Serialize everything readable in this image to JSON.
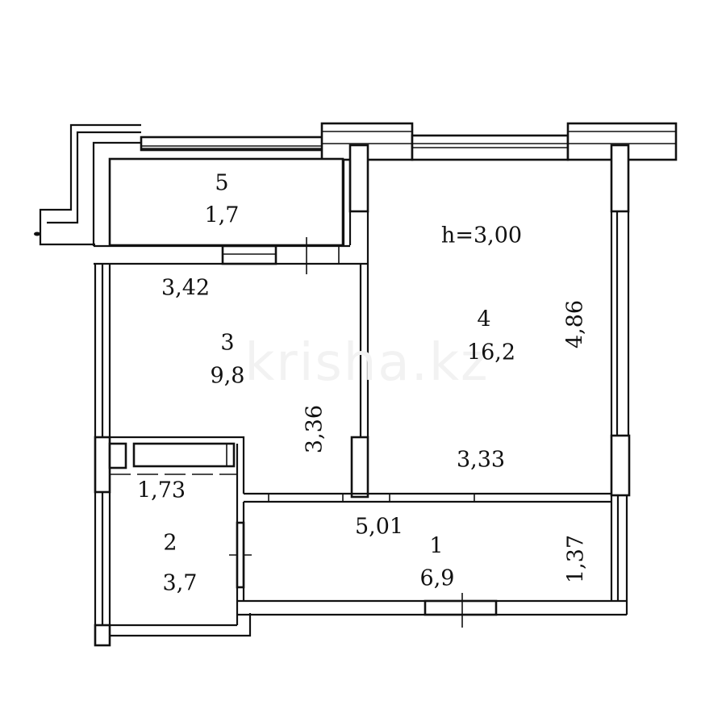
{
  "plan": {
    "ceiling_height": "h=3,00",
    "watermark": "krisha.kz",
    "stroke_color": "#111111",
    "background": "#ffffff"
  },
  "rooms": [
    {
      "id": "1",
      "number": "1",
      "area": "6,9",
      "dim_width": "5,01",
      "dim_height": "1,37"
    },
    {
      "id": "2",
      "number": "2",
      "area": "3,7",
      "dim_width": "1,73"
    },
    {
      "id": "3",
      "number": "3",
      "area": "9,8",
      "dim_width": "3,42",
      "dim_height": "3,36"
    },
    {
      "id": "4",
      "number": "4",
      "area": "16,2",
      "dim_width": "3,33",
      "dim_height": "4,86"
    },
    {
      "id": "5",
      "number": "5",
      "area": "1,7"
    }
  ]
}
